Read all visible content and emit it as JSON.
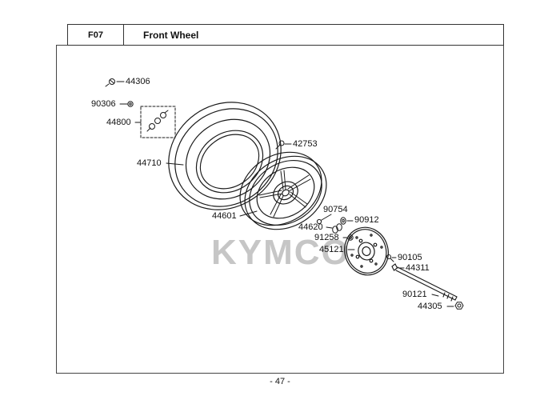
{
  "header": {
    "code": "F07",
    "title": "Front Wheel"
  },
  "footer": {
    "page_number": "- 47 -"
  },
  "watermark": "KYMCO",
  "parts": [
    {
      "number": "44306"
    },
    {
      "number": "90306"
    },
    {
      "number": "44800"
    },
    {
      "number": "44710"
    },
    {
      "number": "42753"
    },
    {
      "number": "44601"
    },
    {
      "number": "90754"
    },
    {
      "number": "90912"
    },
    {
      "number": "44620"
    },
    {
      "number": "91258"
    },
    {
      "number": "45121"
    },
    {
      "number": "90105"
    },
    {
      "number": "44311"
    },
    {
      "number": "90121"
    },
    {
      "number": "44305"
    }
  ]
}
